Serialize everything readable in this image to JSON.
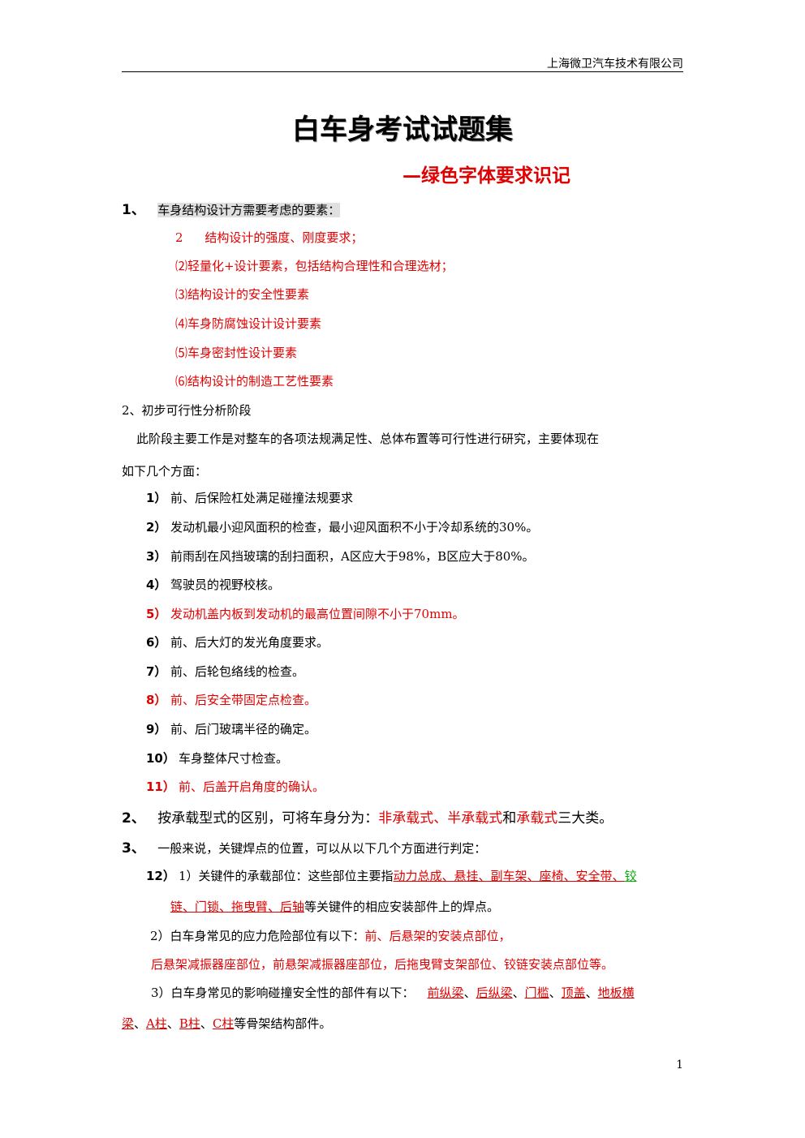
{
  "header": {
    "company": "上海微卫汽车技术有限公司"
  },
  "title": "白车身考试试题集",
  "subtitle": "—绿色字体要求识记",
  "q1": {
    "num": "1、",
    "text": "车身结构设计方需要考虑的要素：",
    "items": [
      {
        "mark": "2",
        "text": "结构设计的强度、刚度要求；"
      },
      {
        "mark": "⑵",
        "text": "轻量化+设计要素，包括结构合理性和合理选材；"
      },
      {
        "mark": "⑶",
        "text": "结构设计的安全性要素"
      },
      {
        "mark": "⑷",
        "text": "车身防腐蚀设计设计要素"
      },
      {
        "mark": "⑸",
        "text": "车身密封性设计要素"
      },
      {
        "mark": "⑹",
        "text": "结构设计的制造工艺性要素"
      }
    ]
  },
  "q2": {
    "heading": "2、初步可行性分析阶段",
    "para_line1": "此阶段主要工作是对整车的各项法规满足性、总体布置等可行性进行研究，主要体现在",
    "para_line2": "如下几个方面：",
    "items": [
      {
        "num": "1）",
        "text": "前、后保险杠处满足碰撞法规要求"
      },
      {
        "num": "2）",
        "text": "发动机最小迎风面积的检查，最小迎风面积不小于冷却系统的30%。"
      },
      {
        "num": "3）",
        "text": "前雨刮在风挡玻璃的刮扫面积，A区应大于98%，B区应大于80%。"
      },
      {
        "num": "4）",
        "text": "驾驶员的视野校核。"
      },
      {
        "num": "5）",
        "text": "发动机盖内板到发动机的最高位置间隙不小于70mm。"
      },
      {
        "num": "6）",
        "text": "前、后大灯的发光角度要求。"
      },
      {
        "num": "7）",
        "text": "前、后轮包络线的检查。"
      },
      {
        "num": "8）",
        "text": "前、后安全带固定点检查。"
      },
      {
        "num": "9）",
        "text": "前、后门玻璃半径的确定。"
      },
      {
        "num": "10）",
        "text": "车身整体尺寸检查。"
      },
      {
        "num": "11）",
        "text": "前、后盖开启角度的确认。"
      }
    ]
  },
  "q3": {
    "num": "2、",
    "prefix": "按承载型式的区别，可将车身分为：",
    "t1": "非承载式、半承载式",
    "t2": "和",
    "t3": "承载式",
    "t4": "三大类。"
  },
  "q4": {
    "num": "3、",
    "text": "一般来说，关键焊点的位置，可以从以下几个方面进行判定：",
    "p1": {
      "num": "12）",
      "lead": "1）关键件的承载部位：这些部位主要指",
      "red1": "动力总成、悬挂、副车架、座椅、安全带、",
      "green1": "铰",
      "red2": "链、门锁、拖曳臂、后轴",
      "tail": "等关键件的相应安装部件上的焊点。"
    },
    "p2": {
      "lead": "2）白车身常见的应力危险部位有以下：",
      "red1": "前、后悬架的安装点部位，",
      "red2": "后悬架减振器座部位，前悬架减振器座部位，后拖曳臂支架部位、铰链安装点部位等。"
    },
    "p3": {
      "lead": "3）白车身常见的影响碰撞安全性的部件有以下：",
      "r1": "前纵梁",
      "r2": "后纵梁",
      "r3": "门槛",
      "r4": "顶盖",
      "r5": "地板横",
      "r6": "梁",
      "r7": "A柱",
      "r8": "B柱",
      "r9": "C柱",
      "sep": "、",
      "tail": "等骨架结构部件。"
    }
  },
  "page_number": "1"
}
